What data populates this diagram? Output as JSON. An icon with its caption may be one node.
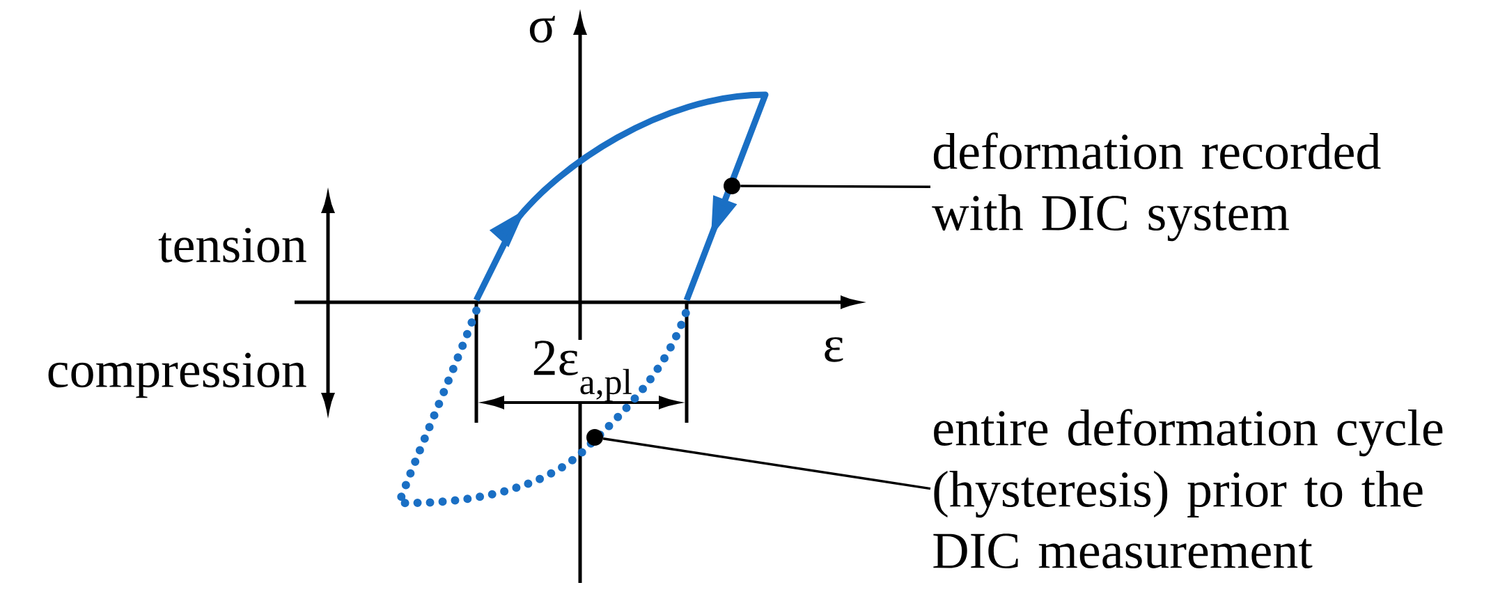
{
  "diagram": {
    "nodes": [
      {
        "text": [
          "deformation recorded with DIC system"
        ]
      },
      {
        "text": [],
        "shape": "circle"
      },
      {
        "text": [
          "entire deformation cycle (hysteresis) prior to the DIC measurement"
        ]
      },
      {
        "text": [],
        "shape": "circle"
      }
    ],
    "edges": [
      {
        "from": 0,
        "to": 1,
        "arrow": "none"
      },
      {
        "from": 2,
        "to": 3,
        "arrow": "none"
      }
    ],
    "labels": [
      "σ",
      "tension",
      "ε",
      "compression",
      "2ε$_{a,pl}$"
    ]
  }
}
